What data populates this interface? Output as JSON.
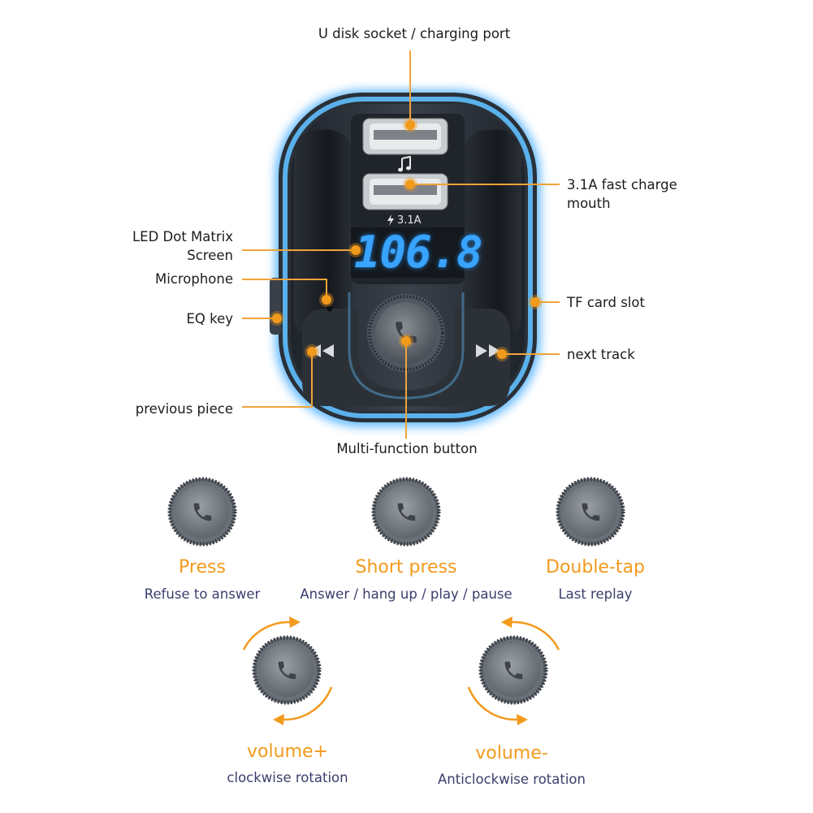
{
  "callouts": {
    "u_disk": "U disk socket / charging port",
    "fast_charge_line1": "3.1A fast charge",
    "fast_charge_line2": "mouth",
    "led_line1": "LED Dot Matrix",
    "led_line2": "Screen",
    "microphone": "Microphone",
    "eq_key": "EQ key",
    "tf_slot": "TF card slot",
    "next_track": "next track",
    "previous_piece": "previous piece",
    "multi_function": "Multi-function button"
  },
  "device": {
    "display": "106.8",
    "port_label": "3.1A",
    "music_icon": "music-note-icon",
    "charge_icon": "lightning-icon",
    "prev_icon": "rewind-icon",
    "next_icon": "fast-forward-icon",
    "knob_icon": "phone-icon"
  },
  "functions": [
    {
      "title": "Press",
      "desc": "Refuse to answer"
    },
    {
      "title": "Short press",
      "desc": "Answer / hang up / play / pause"
    },
    {
      "title": "Double-tap",
      "desc": "Last replay"
    },
    {
      "title": "volume+",
      "desc": "clockwise rotation"
    },
    {
      "title": "volume-",
      "desc": "Anticlockwise rotation"
    }
  ],
  "colors": {
    "accent": "#f29a1c",
    "glow": "#3aa8ff",
    "body": "#2b3038",
    "desc_text": "#3a3f6b"
  }
}
